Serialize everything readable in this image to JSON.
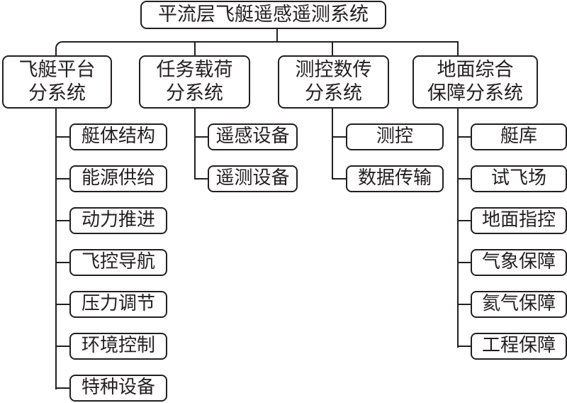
{
  "root": {
    "label": "平流层飞艇遥感遥测系统"
  },
  "subsystems": [
    {
      "line1": "飞艇平台",
      "line2": "分系统",
      "children": [
        "艇体结构",
        "能源供给",
        "动力推进",
        "飞控导航",
        "压力调节",
        "环境控制",
        "特种设备"
      ]
    },
    {
      "line1": "任务载荷",
      "line2": "分系统",
      "children": [
        "遥感设备",
        "遥测设备"
      ]
    },
    {
      "line1": "测控数传",
      "line2": "分系统",
      "children": [
        "测控",
        "数据传输"
      ]
    },
    {
      "line1": "地面综合",
      "line2": "保障分系统",
      "children": [
        "艇库",
        "试飞场",
        "地面指控",
        "气象保障",
        "氦气保障",
        "工程保障"
      ]
    }
  ]
}
